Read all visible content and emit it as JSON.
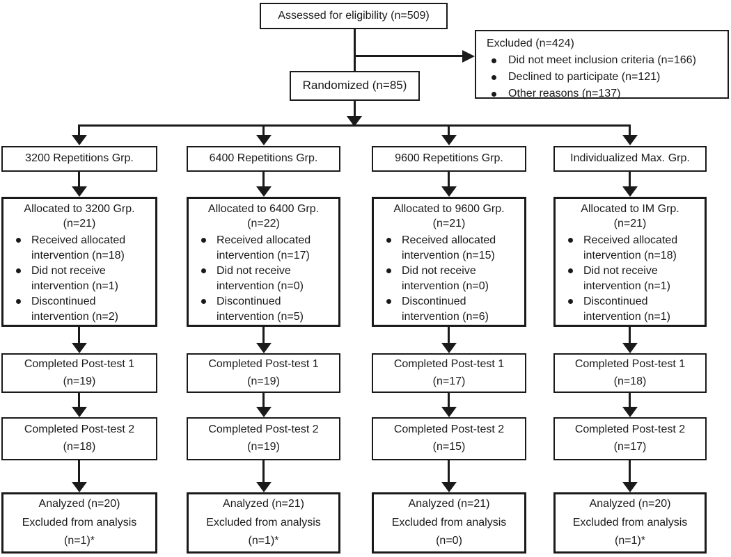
{
  "top": {
    "assessed": "Assessed for eligibility (n=509)",
    "randomized": "Randomized (n=85)",
    "excluded": {
      "title": "Excluded (n=424)",
      "items": [
        "Did not meet inclusion criteria (n=166)",
        "Declined to participate (n=121)",
        "Other reasons (n=137)"
      ]
    }
  },
  "colors": {
    "line": "#1a1a1a",
    "background": "#ffffff"
  },
  "columns": [
    {
      "group_label": "3200 Repetitions Grp.",
      "allocated": {
        "title": "Allocated to 3200 Grp.",
        "n": "(n=21)",
        "items": [
          "Received allocated intervention (n=18)",
          "Did not receive intervention (n=1)",
          "Discontinued intervention (n=2)"
        ]
      },
      "posttest1": [
        "Completed Post-test 1",
        "(n=19)"
      ],
      "posttest2": [
        "Completed Post-test 2",
        "(n=18)"
      ],
      "analyzed": [
        "Analyzed (n=20)",
        "Excluded from analysis",
        "(n=1)*"
      ]
    },
    {
      "group_label": "6400 Repetitions Grp.",
      "allocated": {
        "title": "Allocated to 6400 Grp.",
        "n": "(n=22)",
        "items": [
          "Received allocated intervention (n=17)",
          "Did not receive intervention (n=0)",
          "Discontinued intervention (n=5)"
        ]
      },
      "posttest1": [
        "Completed Post-test 1",
        "(n=19)"
      ],
      "posttest2": [
        "Completed Post-test 2",
        "(n=19)"
      ],
      "analyzed": [
        "Analyzed (n=21)",
        "Excluded from analysis",
        "(n=1)*"
      ]
    },
    {
      "group_label": "9600 Repetitions Grp.",
      "allocated": {
        "title": "Allocated to 9600 Grp.",
        "n": "(n=21)",
        "items": [
          "Received allocated intervention (n=15)",
          "Did not receive intervention (n=0)",
          "Discontinued intervention (n=6)"
        ]
      },
      "posttest1": [
        "Completed Post-test 1",
        "(n=17)"
      ],
      "posttest2": [
        "Completed Post-test 2",
        "(n=15)"
      ],
      "analyzed": [
        "Analyzed (n=21)",
        "Excluded from analysis",
        "(n=0)"
      ]
    },
    {
      "group_label": "Individualized Max. Grp.",
      "allocated": {
        "title": "Allocated to IM Grp.",
        "n": "(n=21)",
        "items": [
          "Received allocated intervention (n=18)",
          "Did not receive intervention (n=1)",
          "Discontinued intervention (n=1)"
        ]
      },
      "posttest1": [
        "Completed Post-test 1",
        "(n=18)"
      ],
      "posttest2": [
        "Completed Post-test 2",
        "(n=17)"
      ],
      "analyzed": [
        "Analyzed (n=20)",
        "Excluded from analysis",
        "(n=1)*"
      ]
    }
  ]
}
